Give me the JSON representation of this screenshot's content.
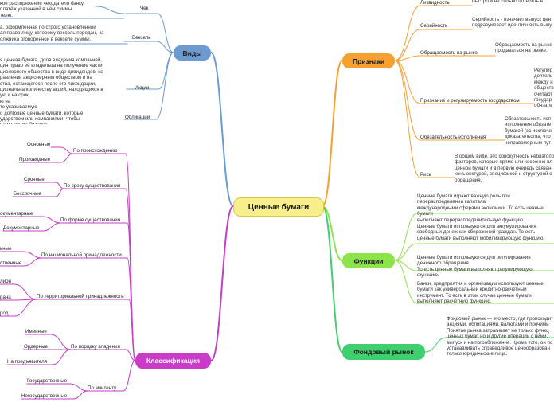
{
  "colors": {
    "center": "#f7ef8c",
    "center_border": "#d8c84a",
    "vidy": "#6b9bd1",
    "classification": "#c83cc8",
    "priznaki": "#f5a030",
    "funkcii": "#8de34a",
    "fond": "#3fcf6e"
  },
  "central": "Ценные бумаги",
  "branches": {
    "vidy": "Виды",
    "classification": "Классификация",
    "priznaki": "Признаки",
    "funkcii": "Функции",
    "fond": "Фондовый рынок"
  },
  "vidy": {
    "items": [
      "Чек",
      "Вексель",
      "Акции",
      "Облигации"
    ],
    "text_blocks": [
      "кое распоряжение чекодателя банку\nплатёж указанной в нём суммы\nтелю.",
      "а, оформленная по строго установленной\nая право лицу, которому вексель передан, на\nолжника оговорённой в векселе суммы.",
      "я ценная бумага, доля владения компанией,\nция право её владельца на получение части\nционерного общества в виде дивидендов, на\nравлении акционерным обществом и на\nства, остающегося после его ликвидации,\nциональна количеству акций, находящихся в\nую и на срок\nю на\nте указываемую\nо долговые ценные бумаги, которые\nударством или компаниями, чтобы\nна развитие бизнеса."
    ]
  },
  "classification": {
    "groups": [
      {
        "label": "По происхождению",
        "items": [
          "Основные",
          "Производные"
        ]
      },
      {
        "label": "По сроку существования",
        "items": [
          "Срочные",
          "Бессрочные"
        ]
      },
      {
        "label": "По форме существования",
        "items": [
          "окументарные",
          "Документарные"
        ]
      },
      {
        "label": "По национальной принадлежности",
        "items": [
          "ьные",
          "ственные"
        ]
      },
      {
        "label": "По территориальной принадлежности",
        "items": [
          "лион",
          "рана",
          "род"
        ]
      },
      {
        "label": "По порядку владения",
        "items": [
          "Именные",
          "Ордерные",
          "На предъявителя"
        ]
      },
      {
        "label": "По эмитенту",
        "items": [
          "Государственные",
          "Негосударственные"
        ]
      }
    ]
  },
  "priznaki": {
    "items": [
      {
        "label": "Ликвидность",
        "desc": "быстро и не сильно потерять в"
      },
      {
        "label": "Серийность",
        "desc": "Серийность - означает выпуск цен\nподразумевает идентичность выпу"
      },
      {
        "label": "Обращаемость на рынке",
        "desc": "Обращаемость на рынке\nпродаваться на рынке."
      },
      {
        "label": "Признание и регулируемость государством",
        "desc": "Регулир\nдеятель\nмежду н\nобществ\nсчитают\nгосудар\nобязате"
      },
      {
        "label": "Обязательность исполнения",
        "desc": "Обязательность исп\nисполнения обязате\nбумагой (за исключе\nдоказательства, что\nнеправомерным пут"
      },
      {
        "label": "Риск",
        "desc": "В общем виде, это совокупность неблагопр\nфакторов, которые прямо или косвенно вл\nценной бумаги и в первую очередь связан\nконъюнктурой, спецификой и структурой с\nобращения."
      }
    ]
  },
  "funkcii": {
    "blocks": [
      "Ценные бумаги играют важную роль при\nперераспределении капитала\nмеждународными сферами экономики. То есть ценные\nбумаги\nвыполняют перераспределительную функцию.",
      "Ценные бумаги используются для аккумулирования\nсвободных денежных сбережений граждан. То есть\nценные бумаги выполняют мобилизирующую функцию.",
      "Ценные бумаги используются для регулирования\nденежного обращения.\nТо есть ценные бумаги выполняют регулирующую\nфункцию.",
      "Банки, предприятия и организации используют ценные\nбумаги как универсальный кредитно-расчетный\nинструмент. То есть в этом случае ценные бумаги\nвыполняют расчетную функцию."
    ]
  },
  "fond": {
    "text": "Фондовый рынок — это место, где происходит\nакциями, облигациями, валютами и прочими\nПонятие рынка затрагивает не только функц\nценных бумаг, но и другие операции с ними,\nвыпуск и на погообложение. Кроме того, он по\nустанавливать справедливое ценообразован\nтолько юридические лица."
  }
}
